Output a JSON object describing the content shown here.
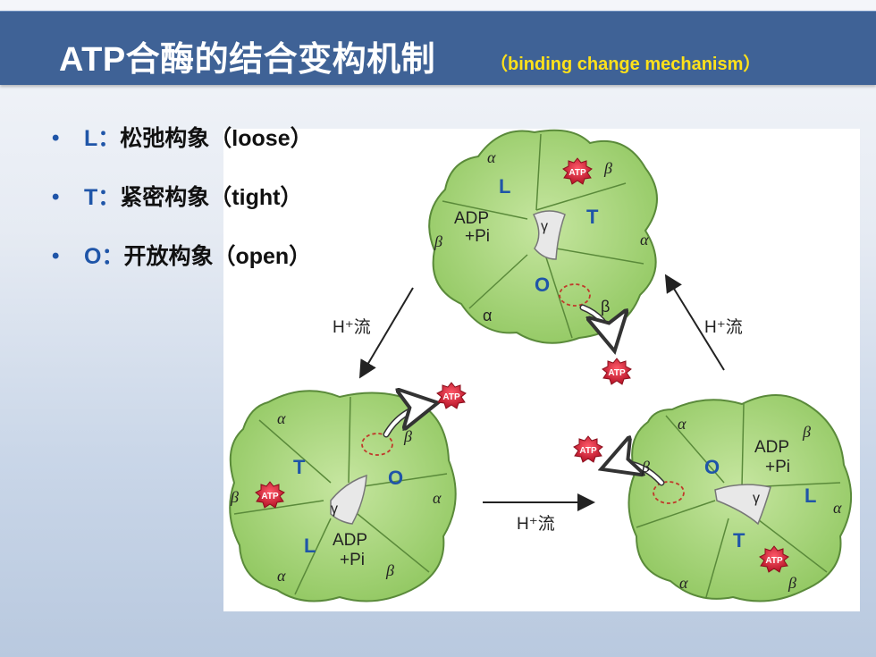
{
  "header": {
    "title": "ATP合酶的结合变构机制",
    "subtitle": "（binding change mechanism）"
  },
  "bullets": [
    {
      "key": "L",
      "sep": "：",
      "desc": "松弛构象（loose）"
    },
    {
      "key": "T",
      "sep": "：",
      "desc": "紧密构象（tight）"
    },
    {
      "key": "O",
      "sep": "：",
      "desc": "开放构象（open）"
    }
  ],
  "diagram": {
    "alpha": "α",
    "beta": "β",
    "gamma": "γ",
    "adp_label": "ADP",
    "pi_label": "+Pi",
    "atp_label": "ATP",
    "proton_flow": "H⁺流",
    "letter_L": "L",
    "letter_T": "T",
    "letter_O": "O"
  },
  "colors": {
    "title_bar": "#3f6296",
    "subtitle": "#ffe11a",
    "accent_blue": "#1f55a8",
    "petal_fill": "#a9d77a",
    "atp_red": "#d6283a"
  }
}
